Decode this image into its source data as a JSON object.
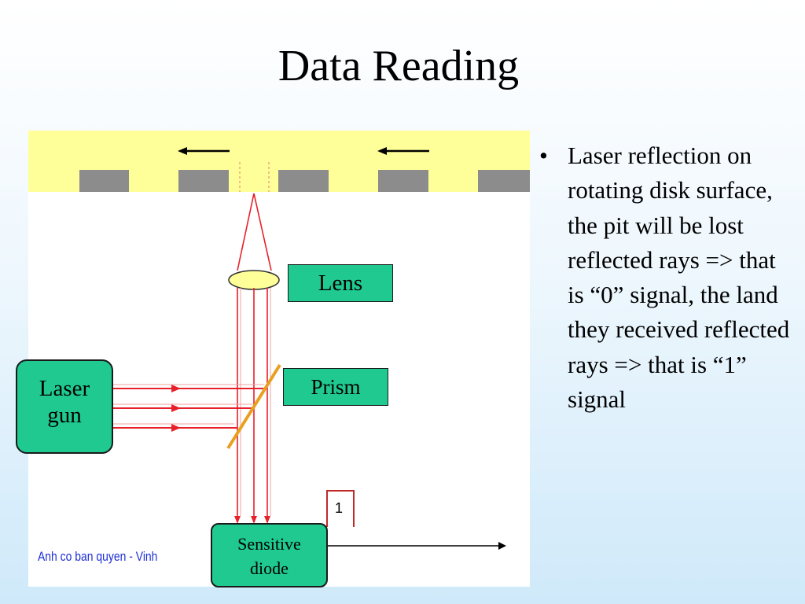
{
  "slide": {
    "title": "Data Reading",
    "bullets": [
      "Laser reflection on rotating disk surface, the pit will be lost reflected rays => that is “0” signal, the land they received reflected rays => that is “1” signal"
    ]
  },
  "diagram": {
    "labels": {
      "lens": "Lens",
      "prism": "Prism",
      "laser_gun": [
        "Laser",
        "gun"
      ],
      "sensitive_diode": [
        "Sensitive",
        "diode"
      ]
    },
    "signal_value": "1",
    "watermark": "Anh co ban quyen - Vinh",
    "colors": {
      "disk_surface": "#ffff99",
      "pits": "#8c8c8c",
      "label_boxes": "#1fc98f",
      "laser_rays": "#e8202a",
      "prism": "#e8a020",
      "lens": "#ffff99"
    }
  }
}
